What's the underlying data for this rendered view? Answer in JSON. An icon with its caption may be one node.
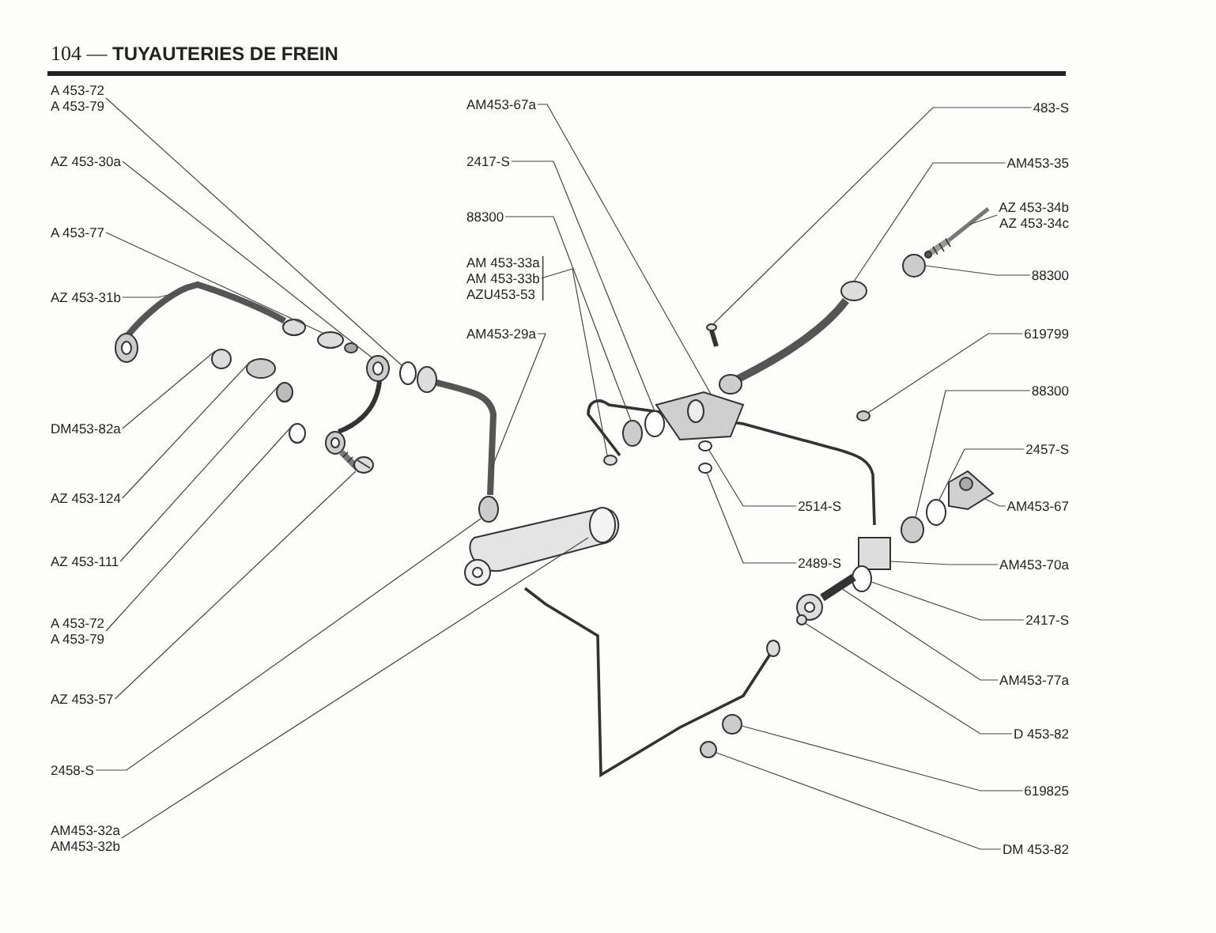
{
  "diagram": {
    "title": "104 — **TUYAUTERIES DE FREIN**",
    "nodes": [
      {
        "text": [
          "A 453-72",
          "A 453-79"
        ]
      },
      {
        "text": [
          "AZ 453-30a"
        ]
      },
      {
        "text": [
          "A 453-77"
        ]
      },
      {
        "text": [
          "AZ 453-31b"
        ]
      },
      {
        "text": [
          "DM453-82a"
        ]
      },
      {
        "text": [
          "AZ 453-124"
        ]
      },
      {
        "text": [
          "AZ 453-111"
        ]
      },
      {
        "text": [
          "A 453-72",
          "A 453-79"
        ]
      },
      {
        "text": [
          "AZ 453-57"
        ]
      },
      {
        "text": [
          "2458-S"
        ]
      },
      {
        "text": [
          "AM453-32a",
          "AM453-32b"
        ]
      },
      {
        "text": [
          "AM453-67a"
        ]
      },
      {
        "text": [
          "2417-S"
        ]
      },
      {
        "text": [
          "88300"
        ]
      },
      {
        "text": [
          "AM 453-33a",
          "AM 453-33b",
          "AZU453-53"
        ]
      },
      {
        "text": [
          "AM453-29a"
        ]
      },
      {
        "text": [
          "483-S"
        ]
      },
      {
        "text": [
          "AM453-35"
        ]
      },
      {
        "text": [
          "AZ 453-34b",
          "AZ 453-34c"
        ]
      },
      {
        "text": [
          "88300"
        ]
      },
      {
        "text": [
          "619799"
        ]
      },
      {
        "text": [
          "88300"
        ]
      },
      {
        "text": [
          "2457-S"
        ]
      },
      {
        "text": [
          "AM453-67"
        ]
      },
      {
        "text": [
          "2514-S"
        ]
      },
      {
        "text": [
          "2489-S"
        ]
      },
      {
        "text": [
          "AM453-70a"
        ]
      },
      {
        "text": [
          "2417-S"
        ]
      },
      {
        "text": [
          "AM453-77a"
        ]
      },
      {
        "text": [
          "D 453-82"
        ]
      },
      {
        "text": [
          "619825"
        ]
      },
      {
        "text": [
          "DM 453-82"
        ]
      },
      {
        "text": [],
        "shape": "box"
      },
      {
        "text": [],
        "shape": "circle"
      },
      {
        "text": [],
        "shape": "picture"
      },
      {
        "text": [],
        "shape": "circle"
      },
      {
        "text": [],
        "shape": "circle"
      },
      {
        "text": [],
        "shape": "picture"
      },
      {
        "text": [],
        "shape": "circle"
      },
      {
        "text": [],
        "shape": "picture"
      },
      {
        "text": [],
        "shape": "picture"
      },
      {
        "text": [],
        "shape": "picture"
      },
      {
        "text": [],
        "shape": "circle"
      },
      {
        "text": [],
        "shape": "circle"
      },
      {
        "text": [],
        "shape": "circle"
      },
      {
        "text": [],
        "shape": "circle"
      },
      {
        "text": [],
        "shape": "picture"
      },
      {
        "text": [],
        "shape": "circle"
      },
      {
        "text": [],
        "shape": "picture"
      },
      {
        "text": [],
        "shape": "picture"
      },
      {
        "text": [],
        "shape": "circle"
      },
      {
        "text": [],
        "shape": "circle"
      },
      {
        "text": [],
        "shape": "circle"
      },
      {
        "text": [],
        "shape": "picture"
      },
      {
        "text": [],
        "shape": "picture"
      },
      {
        "text": [],
        "shape": "picture"
      },
      {
        "text": [],
        "shape": "picture"
      },
      {
        "text": [],
        "shape": "circle"
      },
      {
        "text": [],
        "shape": "circle"
      },
      {
        "text": [],
        "shape": "circle"
      },
      {
        "text": [],
        "shape": "circle"
      },
      {
        "text": [],
        "shape": "circle"
      },
      {
        "text": [],
        "shape": "circle"
      },
      {
        "text": [],
        "shape": "circle"
      }
    ],
    "edges": [
      {
        "from": 0,
        "to": 38,
        "arrow": "none"
      },
      {
        "from": 1,
        "to": 39,
        "arrow": "none"
      },
      {
        "from": 2,
        "to": 40,
        "arrow": "none"
      },
      {
        "from": 3,
        "to": 41,
        "arrow": "none"
      },
      {
        "from": 4,
        "to": 42,
        "arrow": "none"
      },
      {
        "from": 5,
        "to": 43,
        "arrow": "none"
      },
      {
        "from": 6,
        "to": 44,
        "arrow": "none"
      },
      {
        "from": 7,
        "to": 45,
        "arrow": "none"
      },
      {
        "from": 8,
        "to": 46,
        "arrow": "none"
      },
      {
        "from": 9,
        "to": 47,
        "arrow": "none"
      },
      {
        "from": 10,
        "to": 48,
        "arrow": "none"
      },
      {
        "from": 11,
        "to": 49,
        "arrow": "none"
      },
      {
        "from": 12,
        "to": 50,
        "arrow": "none"
      },
      {
        "from": 13,
        "to": 51,
        "arrow": "none"
      },
      {
        "from": 14,
        "to": 52,
        "arrow": "none"
      },
      {
        "from": 15,
        "to": 53,
        "arrow": "none"
      },
      {
        "from": 16,
        "to": 54,
        "arrow": "none"
      },
      {
        "from": 17,
        "to": 55,
        "arrow": "none"
      },
      {
        "from": 18,
        "to": 56,
        "arrow": "none"
      },
      {
        "from": 19,
        "to": 57,
        "arrow": "none"
      },
      {
        "from": 20,
        "to": 58,
        "arrow": "none"
      },
      {
        "from": 21,
        "to": 35,
        "arrow": "none"
      },
      {
        "from": 22,
        "to": 36,
        "arrow": "none"
      },
      {
        "from": 23,
        "to": 37,
        "arrow": "none"
      },
      {
        "from": 24,
        "to": 59,
        "arrow": "none"
      },
      {
        "from": 25,
        "to": 60,
        "arrow": "none"
      },
      {
        "from": 26,
        "to": 32,
        "arrow": "none"
      },
      {
        "from": 27,
        "to": 33,
        "arrow": "none"
      },
      {
        "from": 28,
        "to": 34,
        "arrow": "none"
      },
      {
        "from": 29,
        "to": 61,
        "arrow": "none"
      },
      {
        "from": 30,
        "to": 62,
        "arrow": "none"
      },
      {
        "from": 31,
        "to": 63,
        "arrow": "none"
      }
    ]
  }
}
